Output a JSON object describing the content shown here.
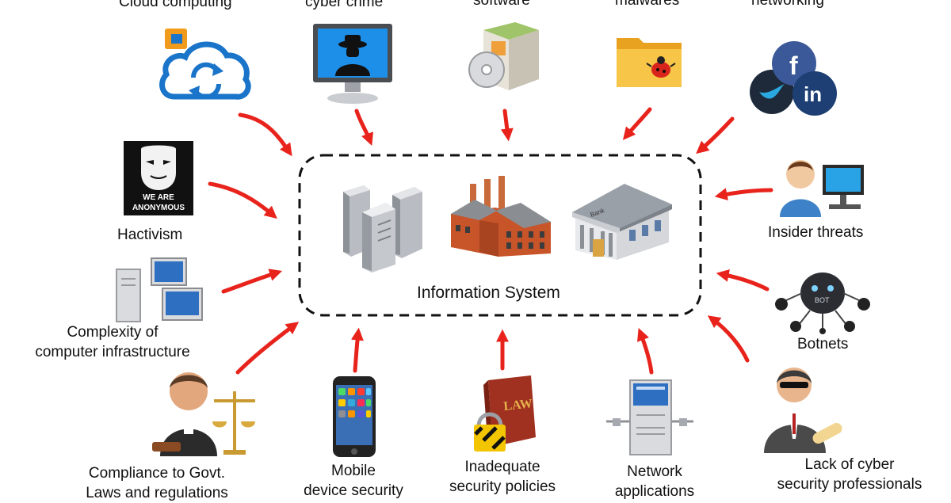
{
  "center": {
    "label": "Information System",
    "building_sign": "Bank"
  },
  "top": {
    "cloud": "Cloud computing",
    "cyber": "cyber crime",
    "software": "software",
    "malwares": "malwares",
    "networking": "networking"
  },
  "left": {
    "hactivism": "Hactivism",
    "anonymous_l1": "WE ARE",
    "anonymous_l2": "ANONYMOUS",
    "complexity_l1": "Complexity of",
    "complexity_l2": "computer infrastructure"
  },
  "right": {
    "insider": "Insider threats",
    "botnets": "Botnets",
    "bot_tag": "BOT",
    "lack_l1": "Lack of cyber",
    "lack_l2": "security professionals"
  },
  "bottom": {
    "compliance_l1": "Compliance to Govt.",
    "compliance_l2": "Laws and regulations",
    "mobile_l1": "Mobile",
    "mobile_l2": "device security",
    "policies_l1": "Inadequate",
    "policies_l2": "security policies",
    "law_book": "LAW",
    "network_l1": "Network",
    "network_l2": "applications"
  },
  "social": {
    "facebook": "f",
    "linkedin": "in"
  },
  "colors": {
    "arrow": "#e8231c",
    "border": "#111111",
    "accent_blue": "#1a74c9"
  }
}
